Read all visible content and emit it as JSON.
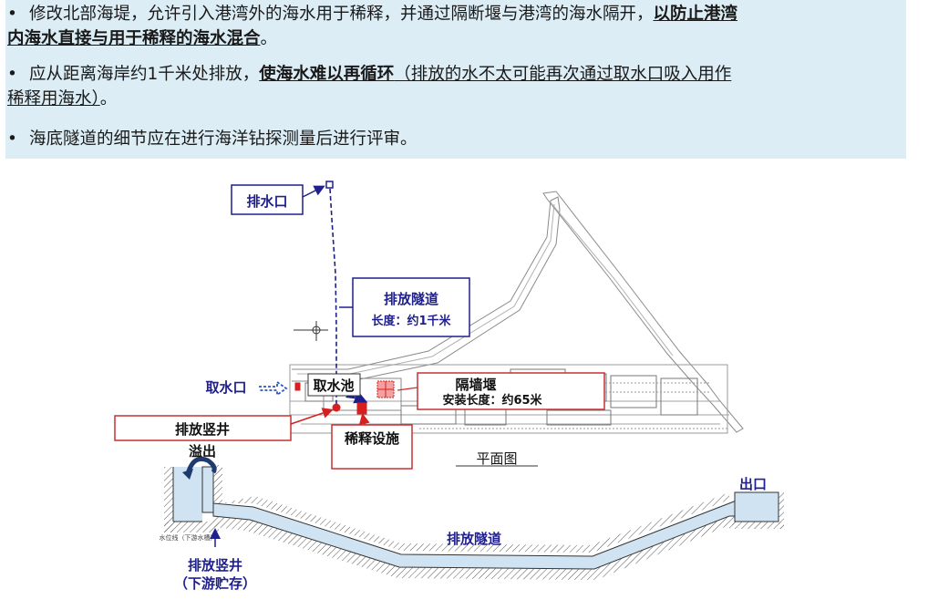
{
  "bullets": {
    "b1": {
      "dot": "•",
      "pre": "修改北部海堤，允许引入港湾外的海水用于稀释，并通过隔断堰与港湾的海水隔开，",
      "em1": "以防止港湾",
      "em2": "内海水直接与用于稀释的海水混合",
      "post": "。"
    },
    "b2": {
      "dot": "•",
      "pre": "应从距离海岸约1千米处排放，",
      "em": "使海水难以再循环",
      "paren1": "（排放的水不太可能再次通过取水口吸入用作",
      "paren2": "稀释用海水）",
      "post": "。"
    },
    "b3": {
      "dot": "•",
      "text": "海底隧道的细节应在进行海洋钻探测量后进行评审。"
    }
  },
  "plan": {
    "outlet_label": "排水口",
    "tunnel_title": "排放隧道",
    "tunnel_length": "长度：约1千米",
    "intake_label": "取水口",
    "intake_pool_label": "取水池",
    "partition_title": "隔墙堰",
    "partition_length": "安装长度：约65米",
    "shaft_label": "排放竖井",
    "dilution_label": "稀释设施",
    "caption": "平面图"
  },
  "section": {
    "overflow_label": "溢出",
    "exit_label": "出口",
    "tunnel_label": "排放隧道",
    "shaft_label_1": "排放竖井",
    "shaft_label_2": "（下游贮存）",
    "small_note": "水位线（下游水槽）"
  },
  "colors": {
    "panel_bg": "#dcedf5",
    "navy": "#1f1f8f",
    "red": "#d62020",
    "water": "#cfe3f2"
  }
}
